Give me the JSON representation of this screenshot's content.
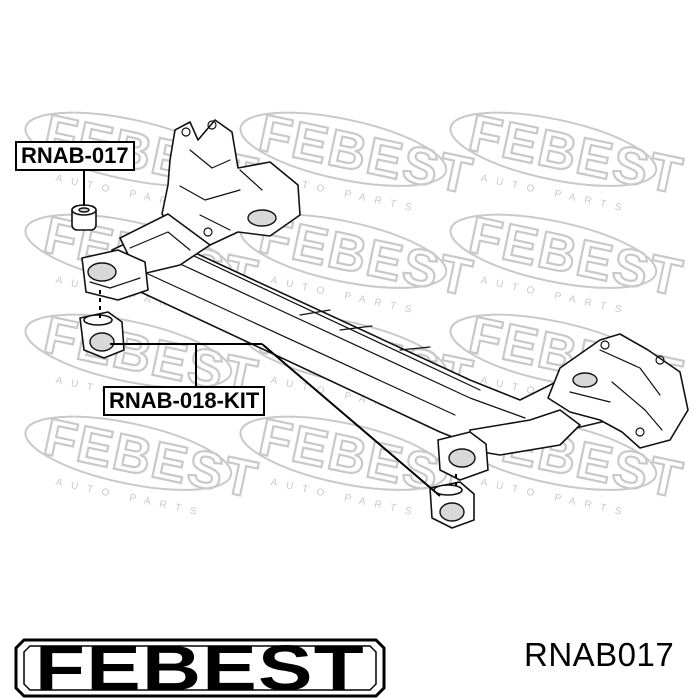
{
  "callouts": {
    "upper_part": "RNAB-017",
    "lower_kit": "RNAB-018-KIT"
  },
  "part_number": "RNAB017",
  "brand": {
    "logo_text": "FEBEST",
    "watermark_main": "FEBEST",
    "watermark_sub": "AUTO PARTS"
  },
  "colors": {
    "watermark": "#c9c9c9",
    "line": "#000000",
    "background": "#ffffff"
  }
}
